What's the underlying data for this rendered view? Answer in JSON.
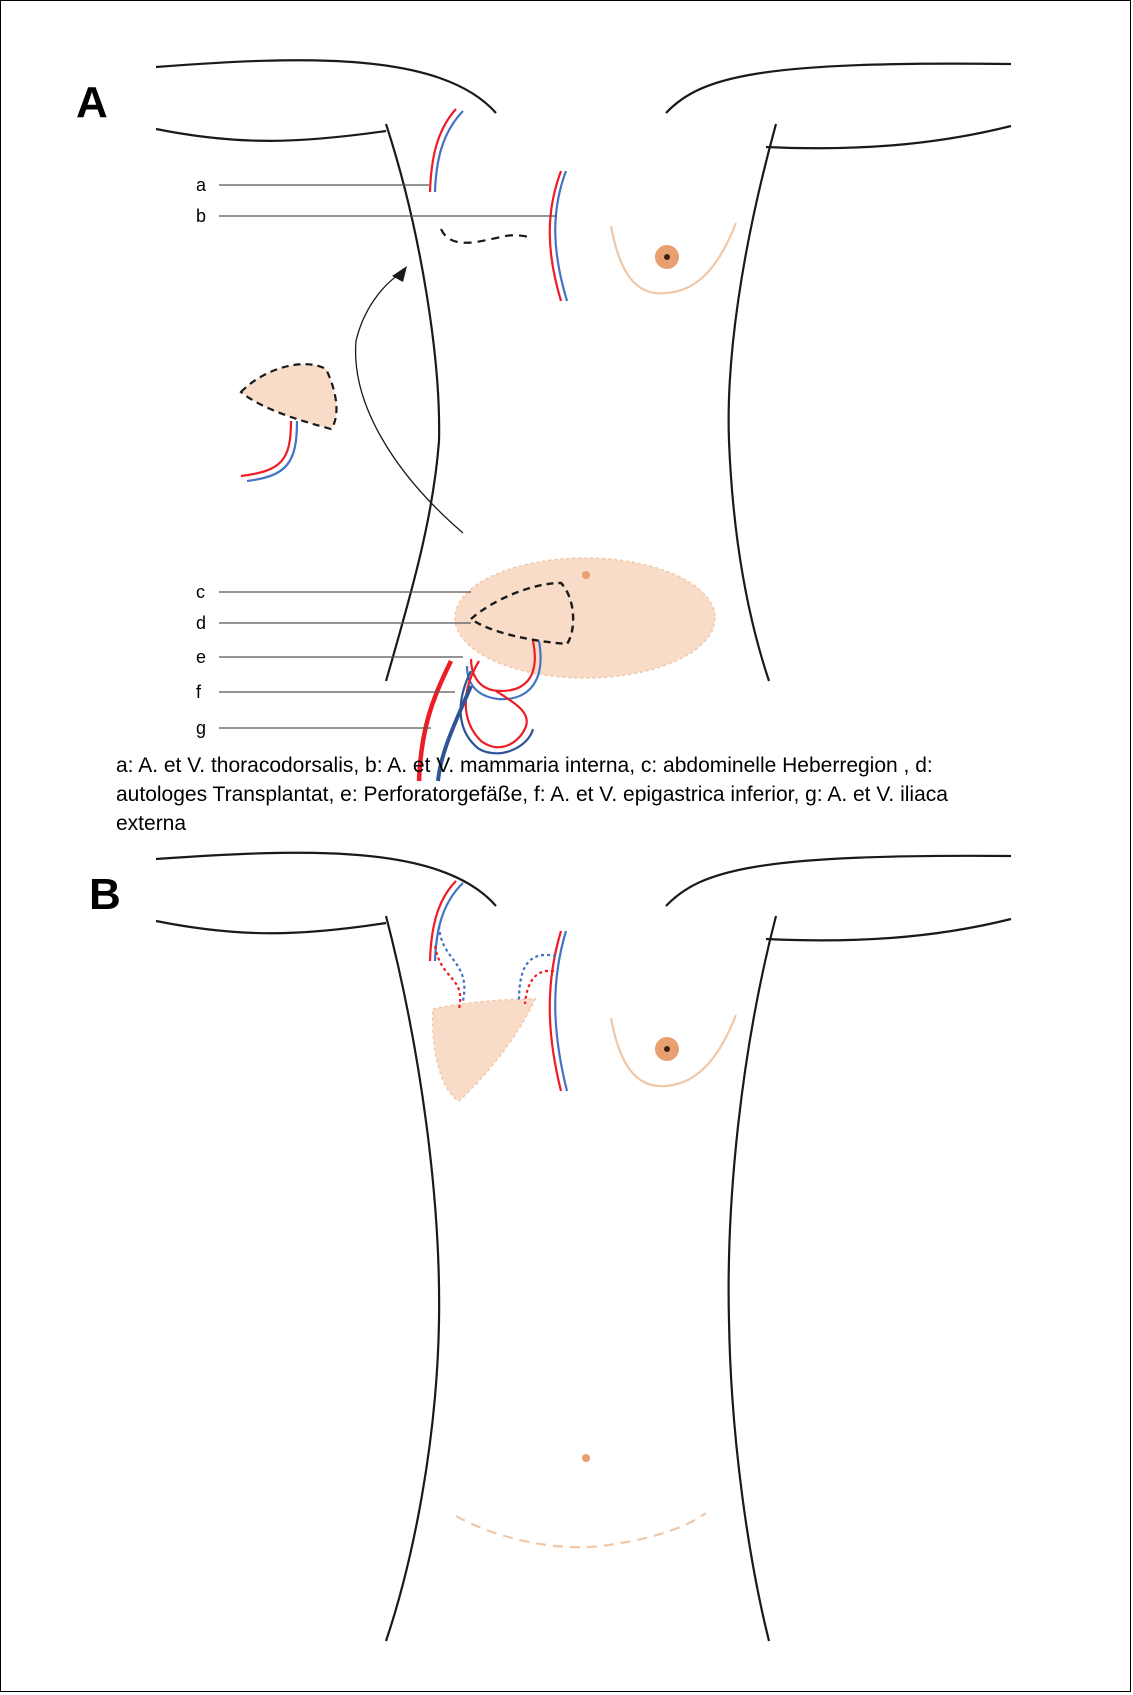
{
  "panels": {
    "a": {
      "letter": "A"
    },
    "b": {
      "letter": "B"
    }
  },
  "callouts": {
    "a": "a",
    "b": "b",
    "c": "c",
    "d": "d",
    "e": "e",
    "f": "f",
    "g": "g"
  },
  "caption": "a: A. et V. thoracodorsalis, b: A. et V. mammaria interna, c: abdominelle Heberregion , d: autologes Transplantat, e: Perforatorgefäße, f: A. et V. epigastrica inferior, g: A. et V. iliaca externa",
  "colors": {
    "outline": "#1a1a1a",
    "artery": "#ee1c24",
    "vein": "#4472c4",
    "tissue": "#f8dcc8",
    "tissue_border": "#f0c8a8",
    "nipple": "#e8a070",
    "deep_artery": "#ee1c24",
    "deep_vein": "#2f5597"
  }
}
